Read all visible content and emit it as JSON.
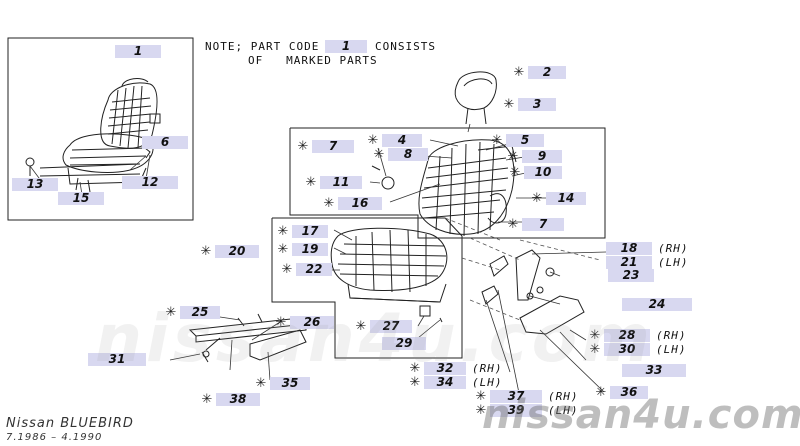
{
  "note": {
    "line1_prefix": "NOTE; PART CODE",
    "code": "1",
    "line1_suffix": "CONSISTS",
    "line2": "OF   MARKED PARTS"
  },
  "mark_symbol": "✳",
  "side_labels": {
    "rh": "(RH)",
    "lh": "(LH)"
  },
  "callouts": [
    {
      "id": "1",
      "marked": false
    },
    {
      "id": "2",
      "marked": true
    },
    {
      "id": "3",
      "marked": true
    },
    {
      "id": "4",
      "marked": true
    },
    {
      "id": "5",
      "marked": true
    },
    {
      "id": "6",
      "marked": false
    },
    {
      "id": "7",
      "marked": true
    },
    {
      "id": "7",
      "marked": true
    },
    {
      "id": "8",
      "marked": true
    },
    {
      "id": "9",
      "marked": true
    },
    {
      "id": "10",
      "marked": true
    },
    {
      "id": "11",
      "marked": true
    },
    {
      "id": "12",
      "marked": false
    },
    {
      "id": "13",
      "marked": false
    },
    {
      "id": "14",
      "marked": true
    },
    {
      "id": "15",
      "marked": false
    },
    {
      "id": "16",
      "marked": true
    },
    {
      "id": "17",
      "marked": true
    },
    {
      "id": "18",
      "marked": false,
      "side": "(RH)"
    },
    {
      "id": "19",
      "marked": true
    },
    {
      "id": "20",
      "marked": true
    },
    {
      "id": "21",
      "marked": false,
      "side": "(LH)"
    },
    {
      "id": "22",
      "marked": true
    },
    {
      "id": "23",
      "marked": false
    },
    {
      "id": "24",
      "marked": false
    },
    {
      "id": "25",
      "marked": true
    },
    {
      "id": "26",
      "marked": true
    },
    {
      "id": "27",
      "marked": true
    },
    {
      "id": "28",
      "marked": true,
      "side": "(RH)"
    },
    {
      "id": "29",
      "marked": false
    },
    {
      "id": "30",
      "marked": true,
      "side": "(LH)"
    },
    {
      "id": "31",
      "marked": false
    },
    {
      "id": "32",
      "marked": true,
      "side": "(RH)"
    },
    {
      "id": "33",
      "marked": false
    },
    {
      "id": "34",
      "marked": true,
      "side": "(LH)"
    },
    {
      "id": "35",
      "marked": true
    },
    {
      "id": "36",
      "marked": true
    },
    {
      "id": "37",
      "marked": true,
      "side": "(RH)"
    },
    {
      "id": "38",
      "marked": true
    },
    {
      "id": "39",
      "marked": true,
      "side": "(LH)"
    }
  ],
  "watermark": {
    "text1": "nissan4u.com",
    "text2": "nissan4u.com"
  },
  "footer": {
    "model": "Nissan BLUEBIRD",
    "years": "7.1986  –  4.1990"
  }
}
